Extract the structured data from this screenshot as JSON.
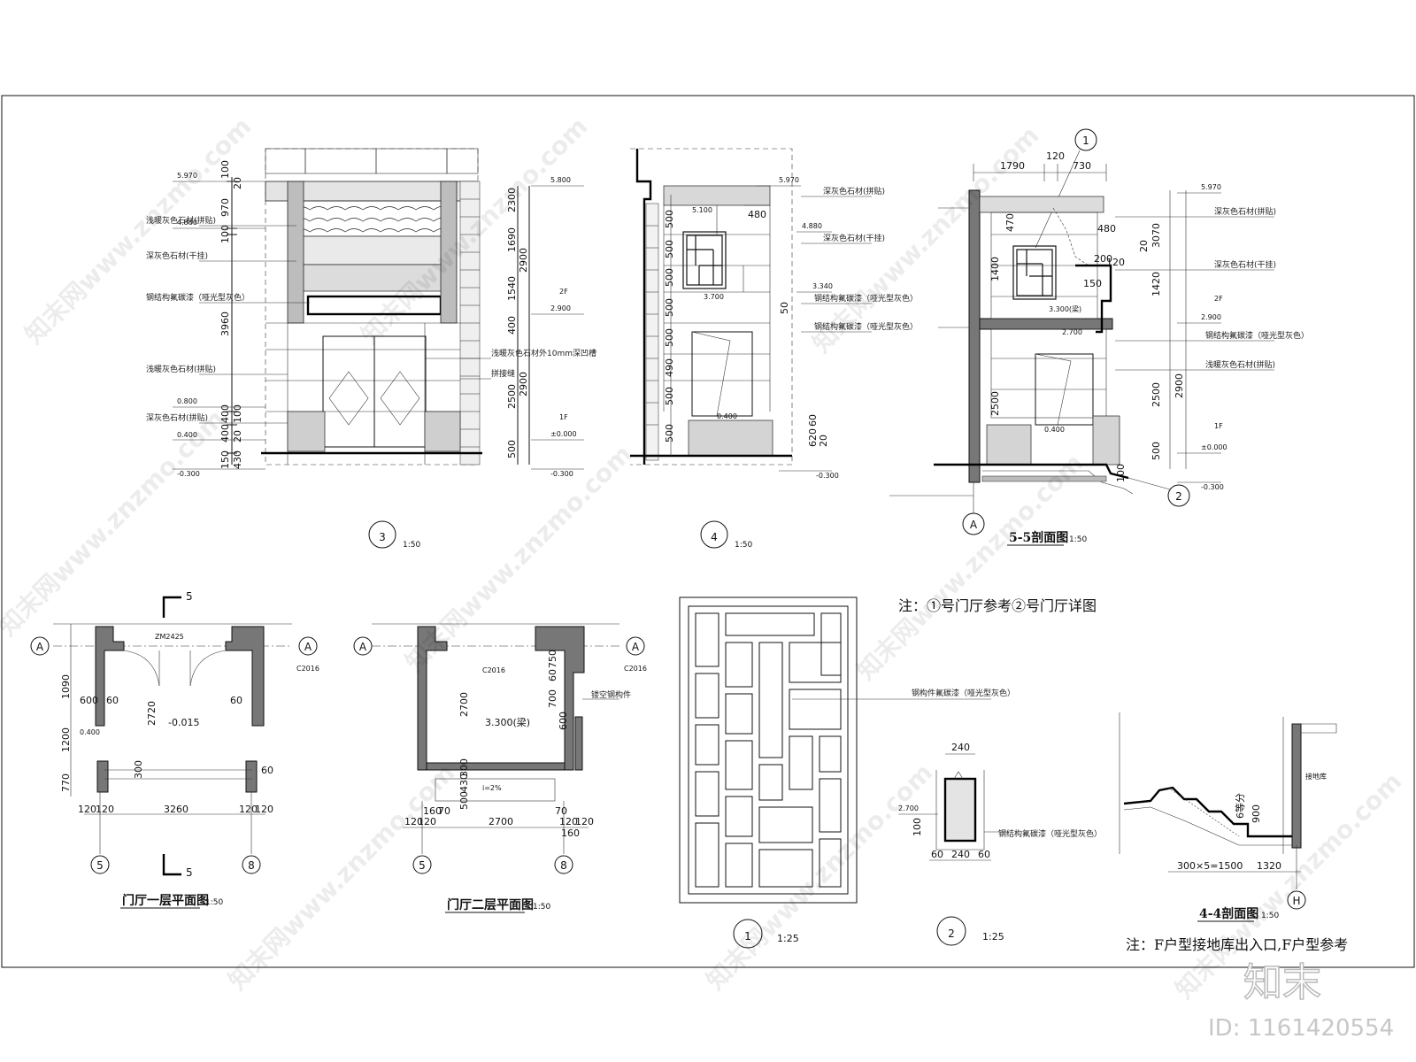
{
  "elevation_3": {
    "levels": [
      "5.970",
      "4.880",
      "0.800",
      "0.400",
      "-0.300",
      "5.800",
      "2.900",
      "±0.000",
      "-0.300"
    ],
    "left_dims": [
      "100",
      "970",
      "20",
      "100",
      "3960",
      "400",
      "100",
      "400",
      "20",
      "150",
      "430"
    ],
    "right_dims": [
      "2300",
      "1690",
      "2900",
      "1540",
      "400",
      "2900",
      "2500",
      "500"
    ],
    "labels": [
      "浅暖灰色石材(拼贴)",
      "深灰色石材(干挂)",
      "钢结构氟碳漆（哑光型灰色）",
      "浅暖灰色石材(拼贴)",
      "深灰色石材(拼贴)",
      "浅暖灰色石材外10mm深凹槽",
      "拼接缝"
    ],
    "floor_tags": [
      "2F",
      "1F"
    ],
    "caption_number": "3",
    "scale": "1:50"
  },
  "elevation_4": {
    "levels": [
      "5.970",
      "5.100",
      "4.880",
      "3.700",
      "3.340",
      "0.400",
      "-0.300"
    ],
    "dims": [
      "480",
      "50",
      "500",
      "500",
      "500",
      "500",
      "500",
      "490",
      "500",
      "500",
      "620",
      "60",
      "20"
    ],
    "labels": [
      "深灰色石材(拼贴)",
      "深灰色石材(干挂)",
      "钢结构氟碳漆（哑光型灰色）",
      "钢结构氟碳漆（哑光型灰色）"
    ],
    "caption_number": "4",
    "scale": "1:50"
  },
  "section_55": {
    "top_dims": [
      "1790",
      "120",
      "730"
    ],
    "callout_top": "1",
    "callout_bottom": "2",
    "grid_axis": "A",
    "levels": [
      "5.970",
      "3.300(梁)",
      "2.700",
      "2.900",
      "0.400",
      "±0.000",
      "-0.300"
    ],
    "dims": [
      "470",
      "1400",
      "480",
      "200",
      "120",
      "150",
      "2500",
      "3070",
      "1420",
      "2900",
      "2500",
      "500",
      "20",
      "100"
    ],
    "labels": [
      "深灰色石材(拼贴)",
      "深灰色石材(干挂)",
      "钢结构氟碳漆（哑光型灰色）",
      "浅暖灰色石材(拼贴)"
    ],
    "floor_tags": [
      "2F",
      "1F"
    ],
    "title": "5-5剖面图",
    "scale": "1:50"
  },
  "note_main": "注：①号门厅参考②号门厅详图",
  "plan_1f": {
    "section_mark": "5",
    "door_tag": "ZM2425",
    "window_tag": "C2016",
    "grid_axis": "A",
    "level": "-0.015",
    "left_dims": [
      "1090",
      "1200",
      "770"
    ],
    "inner_dims": [
      "600",
      "60",
      "2720",
      "60",
      "300",
      "60"
    ],
    "bottom_dims": [
      "120",
      "120",
      "3260",
      "120",
      "120"
    ],
    "axis_left": "5",
    "axis_right": "8",
    "extra_level": "0.400",
    "title": "门厅一层平面图",
    "scale": "1:50"
  },
  "plan_2f": {
    "window_tag_1": "C2016",
    "window_tag_2": "C2016",
    "grid_axis": "A",
    "level": "3.300(梁)",
    "slope": "i=2%",
    "dims": [
      "2700",
      "700",
      "60",
      "750",
      "600",
      "500",
      "430",
      "300"
    ],
    "bottom_dims": [
      "120",
      "120",
      "160",
      "70",
      "2700",
      "70",
      "120",
      "120",
      "160"
    ],
    "side_label": "镂空钢构件",
    "axis_left": "5",
    "axis_right": "8",
    "title": "门厅二层平面图",
    "scale": "1:50"
  },
  "detail_1": {
    "label": "钢构件氟碳漆（哑光型灰色）",
    "caption_number": "1",
    "scale": "1:25"
  },
  "detail_2": {
    "top_dim": "240",
    "bottom_dims": [
      "60",
      "240",
      "60"
    ],
    "level": "2.700",
    "side_dim": "100",
    "label": "钢结构氟碳漆（哑光型灰色）",
    "caption_number": "2",
    "scale": "1:25"
  },
  "section_44": {
    "dims": [
      "300×5=1500",
      "1320",
      "900"
    ],
    "stair_label": "6等分",
    "side_label": "接地库",
    "grid_axis": "H",
    "title": "4-4剖面图",
    "scale": "1:50"
  },
  "note_bottom": "注：F户型接地库出入口,F户型参考",
  "watermarks": [
    "知末网www.znzmo.com"
  ],
  "brand_mark": "知末",
  "image_id": "ID: 1161420554"
}
